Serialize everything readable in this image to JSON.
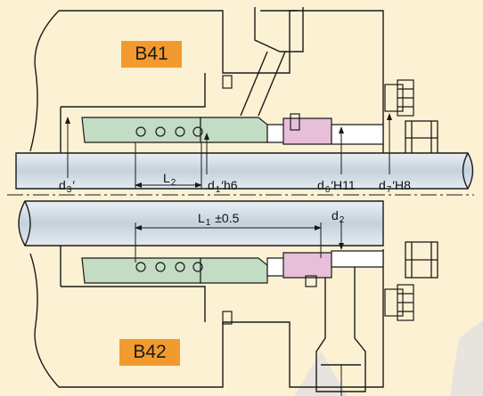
{
  "labels": {
    "top_model": "B41",
    "bottom_model": "B42",
    "tag_color": "#f39a2e"
  },
  "dimensions": {
    "d3": {
      "sym": "d",
      "sub": "3",
      "suffix": "′"
    },
    "l2": {
      "sym": "L",
      "sub": "2",
      "suffix": ""
    },
    "d1": {
      "sym": "d",
      "sub": "1",
      "suffix": "′h6"
    },
    "d6": {
      "sym": "d",
      "sub": "6",
      "suffix": "′H11"
    },
    "d7": {
      "sym": "d",
      "sub": "7",
      "suffix": "′H8"
    },
    "l1": {
      "sym": "L",
      "sub": "1",
      "suffix": " ±0.5"
    },
    "d2": {
      "sym": "d",
      "sub": "2",
      "suffix": ""
    }
  },
  "colors": {
    "background": "#fdf1d4",
    "outline": "#1a1a1a",
    "seal_face_green": "#c3dcc4",
    "seal_face_pink": "#e7bfd8",
    "shaft": "#d0dbe4",
    "watermark": "#e7e3de"
  }
}
